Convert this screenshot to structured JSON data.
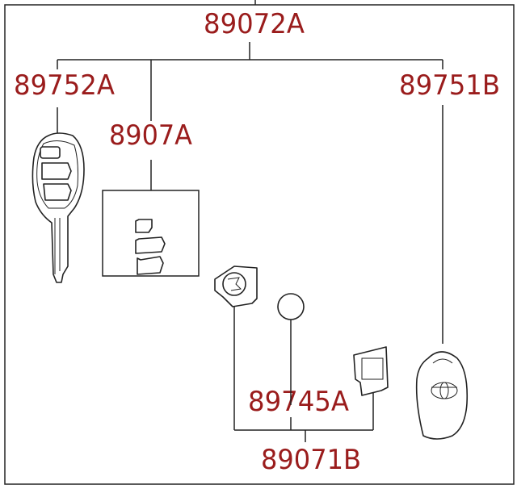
{
  "diagram": {
    "labels": {
      "top": "89072A",
      "left_key": "89752A",
      "buttons": "8907A",
      "right_fob": "89751B",
      "battery": "89745A",
      "bottom": "89071B"
    },
    "colors": {
      "label": "#9a1c1c",
      "line": "#222222"
    }
  }
}
